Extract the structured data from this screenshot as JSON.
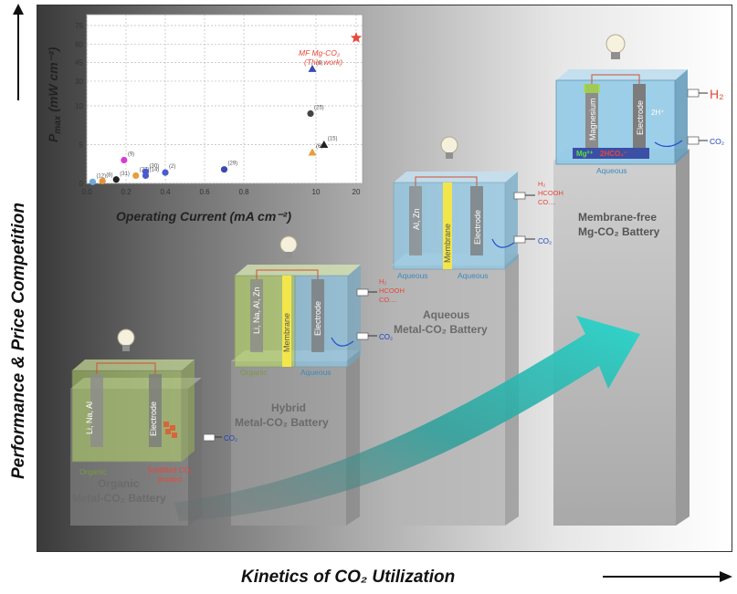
{
  "axes": {
    "y_title": "Performance & Price Competition",
    "x_title": "Kinetics of CO₂ Utilization"
  },
  "colors": {
    "organic": "#b7d66a",
    "aqueous": "#8ec9e8",
    "membrane": "#f3e64a",
    "electrode": "#8a8a8a",
    "arrow": "#2fc7c0",
    "highlight": "#e8473a"
  },
  "inset": {
    "y_ticks": [
      "75",
      "60",
      "45",
      "30",
      "10",
      "5",
      "0"
    ],
    "x_ticks": [
      "0.0",
      "0.2",
      "0.4",
      "0.6",
      "0.8",
      "10",
      "20"
    ],
    "y_label_main": "P",
    "y_label_sub": "max",
    "y_label_unit": " (mW cm⁻²)",
    "x_label": "Operating Current (mA cm⁻²)",
    "star_label_1": "MF Mg-CO₂",
    "star_label_2": "(This work)"
  },
  "chart_data": {
    "type": "scatter",
    "x_axis": "piecewise (0–1 linear, then 10, 20)",
    "y_axis": "piecewise (0–10 linear, then 30, 45, 60, 75)",
    "points": [
      {
        "ref": "(12)",
        "x": 0.03,
        "y": 0.2,
        "marker": "circle",
        "color": "#6fa8dc"
      },
      {
        "ref": "(8)",
        "x": 0.08,
        "y": 0.3,
        "marker": "circle",
        "color": "#e69138"
      },
      {
        "ref": "(31)",
        "x": 0.15,
        "y": 0.5,
        "marker": "circle",
        "color": "#222222"
      },
      {
        "ref": "(9)",
        "x": 0.19,
        "y": 3.0,
        "marker": "circle",
        "color": "#d63bd6"
      },
      {
        "ref": "(27)",
        "x": 0.25,
        "y": 1.0,
        "marker": "circle",
        "color": "#e69f3a"
      },
      {
        "ref": "(30)",
        "x": 0.3,
        "y": 1.5,
        "marker": "circle",
        "color": "#4a5bd0"
      },
      {
        "ref": "(14)",
        "x": 0.3,
        "y": 1.0,
        "marker": "circle",
        "color": "#4a5bd0"
      },
      {
        "ref": "(2)",
        "x": 0.4,
        "y": 1.4,
        "marker": "circle",
        "color": "#4a5bd0"
      },
      {
        "ref": "(29)",
        "x": 0.7,
        "y": 1.8,
        "marker": "circle",
        "color": "#3a4ab0"
      },
      {
        "ref": "(25)",
        "x": 8.5,
        "y": 9.0,
        "marker": "circle",
        "color": "#444444"
      },
      {
        "ref": "(4)",
        "x": 9.0,
        "y": 40,
        "marker": "triangle",
        "color": "#3a4ab0"
      },
      {
        "ref": "(6)",
        "x": 9.0,
        "y": 4.0,
        "marker": "triangle",
        "color": "#e69f3a"
      },
      {
        "ref": "(15)",
        "x": 12,
        "y": 5.0,
        "marker": "triangle",
        "color": "#222222"
      },
      {
        "ref": "MF Mg-CO₂ (This work)",
        "x": 20,
        "y": 65,
        "marker": "star",
        "color": "#e8473a"
      }
    ]
  },
  "cells": {
    "organic": {
      "electrode_left": "Li, Na, Al",
      "electrode_right": "Electrode",
      "zone_1": "Organic",
      "product": "Solidified CO₂",
      "product_2": "product",
      "gas": "CO₂",
      "title_1": "Organic",
      "title_2": "Metal-CO₂ Battery"
    },
    "hybrid": {
      "electrode_left": "Li, Na, Al, Zn",
      "membrane": "Membrane",
      "electrode_right": "Electrode",
      "zone_1": "Organic",
      "zone_2": "Aqueous",
      "prod_1": "H₂",
      "prod_2": "HCOOH",
      "prod_3": "CO....",
      "gas": "CO₂",
      "title_1": "Hybrid",
      "title_2": "Metal-CO₂ Battery"
    },
    "aqueous": {
      "electrode_left": "Al, Zn",
      "membrane": "Membrane",
      "electrode_right": "Electrode",
      "zone_1": "Aqueous",
      "zone_2": "Aqueous",
      "prod_1": "H₂",
      "prod_2": "HCOOH",
      "prod_3": "CO....",
      "gas": "CO₂",
      "title_1": "Aqueous",
      "title_2": "Metal-CO₂ Battery"
    },
    "mf": {
      "electrode_left": "Magnesium",
      "electrode_right": "Electrode",
      "ion": "2H⁺",
      "reaction_a": "Mg²⁺",
      "reaction_b": "2HCO₃⁻",
      "zone_1": "Aqueous",
      "prod": "H₂",
      "gas": "CO₂",
      "title_1": "Membrane-free",
      "title_2": "Mg-CO₂ Battery"
    }
  }
}
